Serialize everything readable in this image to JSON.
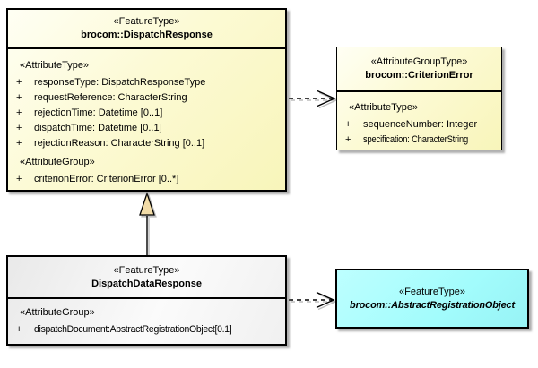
{
  "diagram": {
    "kind": "uml-class-diagram",
    "background": "#ffffff",
    "colors": {
      "class_fill_yellow": "#FBF8CC",
      "class_fill_white": "#F2F2F2",
      "class_fill_cyan": "#A5FFFF",
      "border": "#000000",
      "generalization_triangle_fill": "#F2DCA8",
      "shadow": "#9E9E9E"
    },
    "boxes": {
      "dispatch_response": {
        "stereotype": "«FeatureType»",
        "name": "brocom::DispatchResponse",
        "sections": [
          {
            "header": "«AttributeType»",
            "attrs": [
              {
                "vis": "+",
                "text": "responseType: DispatchResponseType"
              },
              {
                "vis": "+",
                "text": "requestReference: CharacterString"
              },
              {
                "vis": "+",
                "text": "rejectionTime: Datetime [0..1]"
              },
              {
                "vis": "+",
                "text": "dispatchTime: Datetime [0..1]"
              },
              {
                "vis": "+",
                "text": "rejectionReason: CharacterString [0..1]"
              }
            ]
          },
          {
            "header": "«AttributeGroup»",
            "attrs": [
              {
                "vis": "+",
                "text": "criterionError: CriterionError [0..*]"
              }
            ]
          }
        ]
      },
      "criterion_error": {
        "stereotype": "«AttributeGroupType»",
        "name": "brocom::CriterionError",
        "sections": [
          {
            "header": "«AttributeType»",
            "attrs": [
              {
                "vis": "+",
                "text": "sequenceNumber: Integer"
              },
              {
                "vis": "+",
                "text": "specification: CharacterString"
              }
            ]
          }
        ]
      },
      "dispatch_data_response": {
        "stereotype": "«FeatureType»",
        "name": "DispatchDataResponse",
        "sections": [
          {
            "header": "«AttributeGroup»",
            "attrs": [
              {
                "vis": "+",
                "text": "dispatchDocument:AbstractRegistrationObject[0.1]"
              }
            ]
          }
        ]
      },
      "abstract_registration_object": {
        "stereotype": "«FeatureType»",
        "name": "brocom::AbstractRegistrationObject"
      }
    },
    "relations": [
      {
        "type": "dependency",
        "style": "dashed-open-arrow",
        "from": "brocom::DispatchResponse",
        "to": "brocom::CriterionError"
      },
      {
        "type": "generalization",
        "style": "solid-hollow-triangle",
        "from": "DispatchDataResponse",
        "to": "brocom::DispatchResponse"
      },
      {
        "type": "dependency",
        "style": "dashed-open-arrow",
        "from": "DispatchDataResponse",
        "to": "brocom::AbstractRegistrationObject"
      }
    ]
  }
}
